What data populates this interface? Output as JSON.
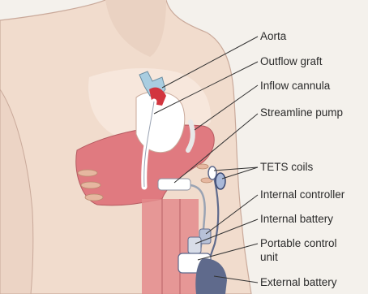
{
  "labels": {
    "aorta": "Aorta",
    "outflow_graft": "Outflow graft",
    "inflow_cannula": "Inflow cannula",
    "streamline_pump": "Streamline pump",
    "tets_coils": "TETS coils",
    "internal_controller": "Internal controller",
    "internal_battery": "Internal battery",
    "portable_control_unit_line1": "Portable control",
    "portable_control_unit_line2": "unit",
    "external_battery": "External battery"
  },
  "colors": {
    "background": "#f4f1ec",
    "skin": "#f1dccd",
    "skin_outline": "#c9a99a",
    "liver": "#e07a80",
    "aorta_blue": "#a9cde0",
    "heart_red": "#d2353f",
    "device": "#5f6a8c",
    "leader_line": "#333333"
  }
}
